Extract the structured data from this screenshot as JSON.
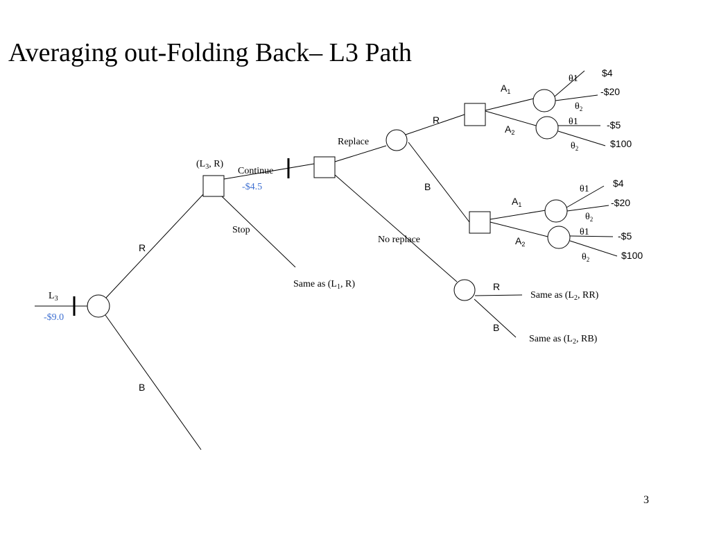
{
  "slide": {
    "title": "Averaging out-Folding Back– L3 Path",
    "page_number": "3",
    "value_color": "#3d6fd1"
  },
  "labels": {
    "l3": "L",
    "l3_sub": "3",
    "l3_value": "-$9.0",
    "root_r": "R",
    "root_b": "B",
    "l3r_node_a": "(L",
    "l3r_node_sub": "3",
    "l3r_node_b": ", R)",
    "continue": "Continue",
    "continue_value": "-$4.5",
    "stop": "Stop",
    "same_l1_a": "Same as (L",
    "same_l1_sub": "1",
    "same_l1_b": ", R)",
    "replace": "Replace",
    "no_replace": "No replace",
    "top_r": "R",
    "top_b": "B",
    "nr_r": "R",
    "nr_b": "B",
    "same_l2rr_a": "Same as (L",
    "same_l2rr_sub": "2",
    "same_l2rr_b": ", RR)",
    "same_l2rb_a": "Same as (L",
    "same_l2rb_sub": "2",
    "same_l2rb_b": ", RB)"
  },
  "upper_group": {
    "a1": "A",
    "a1_sub": "1",
    "a2": "A",
    "a2_sub": "2",
    "theta1_a": "θ1",
    "theta2_a": "θ",
    "theta2_a_sub": "2",
    "theta1_b": "θ1",
    "theta2_b": "θ",
    "theta2_b_sub": "2",
    "payoff_1": "$4",
    "payoff_2": "-$20",
    "payoff_3": "-$5",
    "payoff_4": "$100"
  },
  "lower_group": {
    "a1": "A",
    "a1_sub": "1",
    "a2": "A",
    "a2_sub": "2",
    "theta1_a": "θ1",
    "theta2_a": "θ",
    "theta2_a_sub": "2",
    "theta1_b": "θ1",
    "theta2_b": "θ",
    "theta2_b_sub": "2",
    "payoff_1": "$4",
    "payoff_2": "-$20",
    "payoff_3": "-$5",
    "payoff_4": "$100"
  }
}
